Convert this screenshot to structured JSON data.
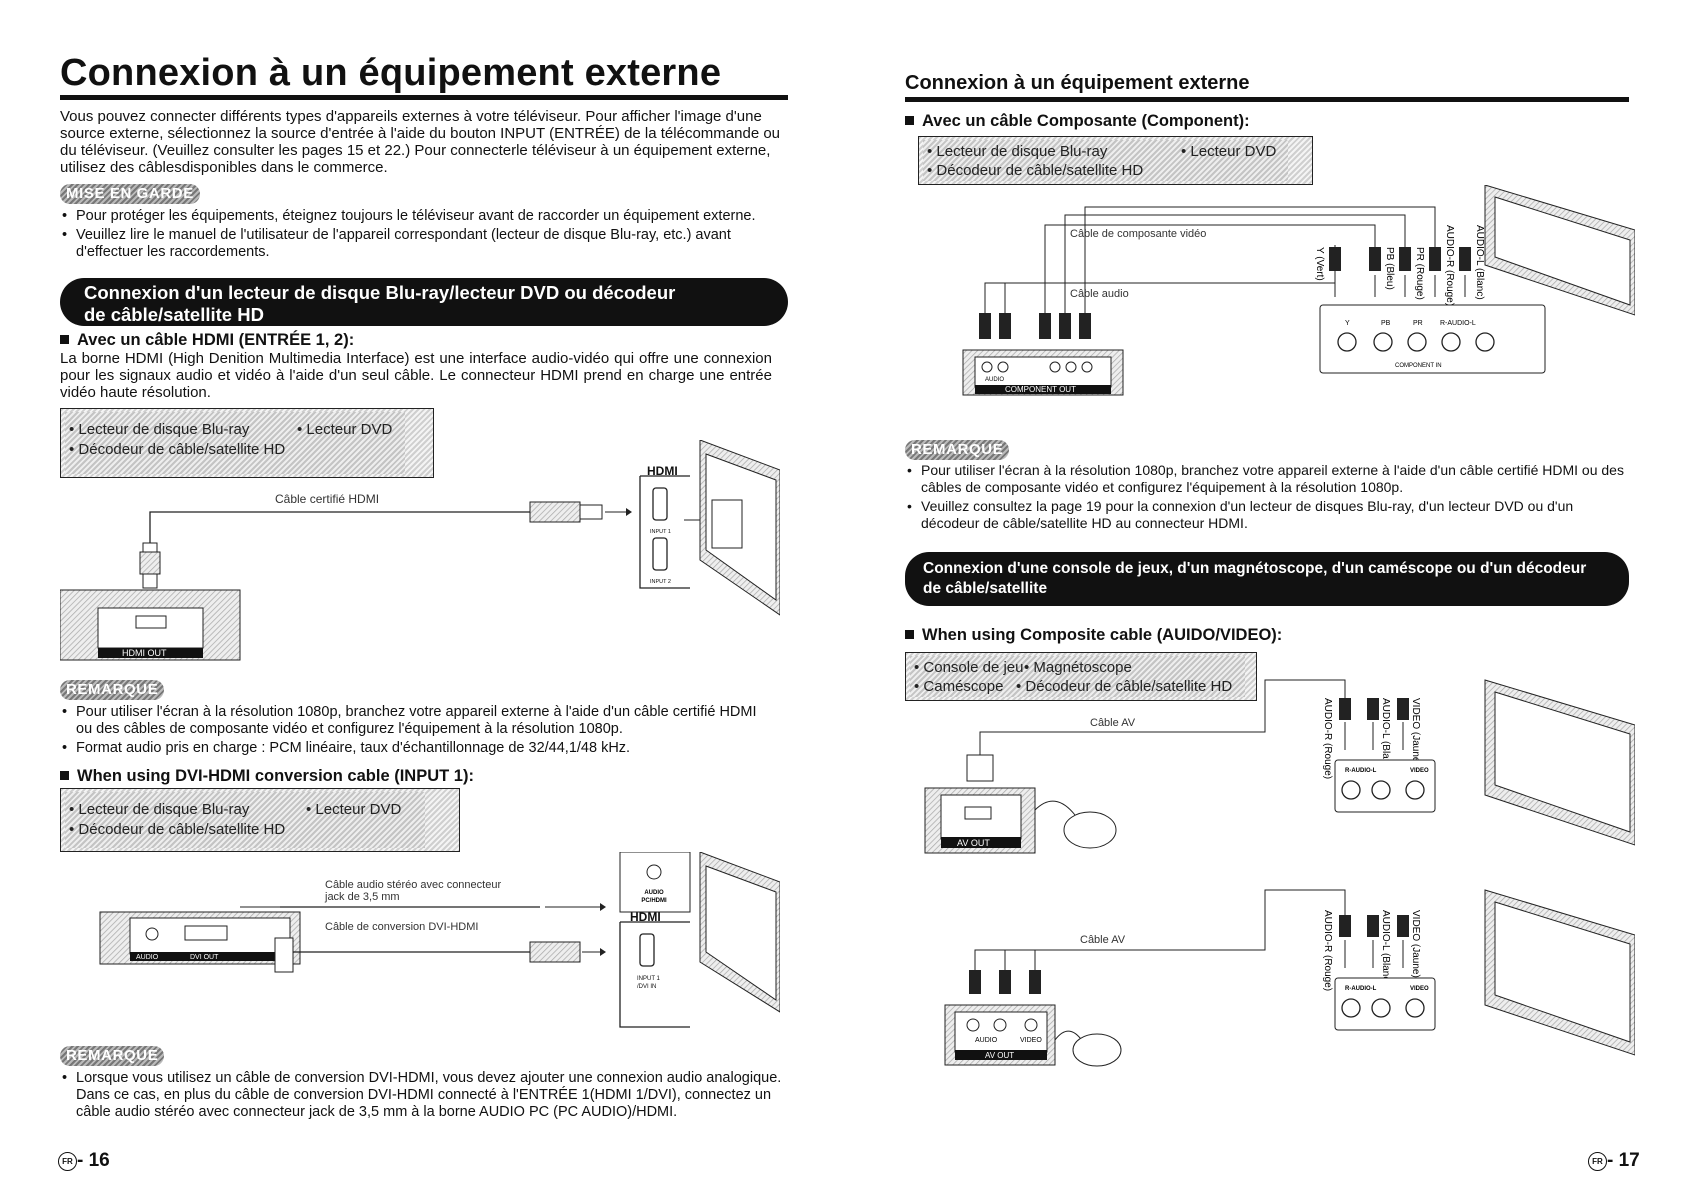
{
  "left": {
    "title": "Connexion à un équipement externe",
    "intro": "Vous pouvez connecter différents types d'appareils externes à votre téléviseur. Pour afficher l'image d'une source externe, sélectionnez la source d'entrée à l'aide du bouton INPUT (ENTRÉE) de la télécommande ou du téléviseur. (Veuillez consulter les pages 15 et 22.) Pour connecterle téléviseur à un équipement externe, utilisez des câblesdisponibles dans le commerce.",
    "caution_label": "MISE EN GARDE",
    "caution_items": [
      "Pour protéger les équipements, éteignez toujours le téléviseur avant de raccorder un équipement externe.",
      "Veuillez lire le manuel de l'utilisateur de l'appareil correspondant (lecteur de disque Blu-ray, etc.) avant d'effectuer les raccordements."
    ],
    "banner_line1": "Connexion d'un lecteur de disque Blu-ray/lecteur DVD ou décodeur",
    "banner_line2": "de câble/satellite HD",
    "hdmi_heading": "Avec un câble HDMI (ENTRÉE 1, 2):",
    "hdmi_para": "La borne HDMI (High Denition Multimedia Interface) est une interface audio-vidéo qui offre une connexion pour les signaux audio et vidéo à l'aide d'un seul câble. Le connecteur HDMI prend en charge une entrée vidéo haute résolution.",
    "device_box1": {
      "item1": "• Lecteur de disque Blu-ray",
      "item2": "• Lecteur DVD",
      "item3": "• Décodeur de câble/satellite HD"
    },
    "hdmi_diagram": {
      "cable_label": "Câble certifié HDMI",
      "port_label": "HDMI OUT",
      "logo": "HDMI",
      "input1": "INPUT 1",
      "input2": "INPUT 2"
    },
    "remark1_label": "REMARQUE",
    "remark1_items": [
      "Pour utiliser l'écran à la résolution 1080p, branchez votre appareil externe à l'aide d'un câble certifié HDMI ou des câbles de composante vidéo et configurez l'équipement à la résolution 1080p.",
      "Format audio pris en charge : PCM linéaire, taux d'échantillonnage de 32/44,1/48 kHz."
    ],
    "dvi_heading": "When using DVI-HDMI conversion cable (INPUT 1):",
    "device_box2": {
      "item1": "• Lecteur de disque Blu-ray",
      "item2": "• Lecteur DVD",
      "item3": "• Décodeur de câble/satellite HD"
    },
    "dvi_diagram": {
      "audio_cable_line1": "Câble audio stéréo avec connecteur",
      "audio_cable_line2": "jack de 3,5 mm",
      "dvi_cable": "Câble de conversion DVI-HDMI",
      "port_audio": "AUDIO",
      "port_dvi": "DVI OUT",
      "tv_audio_line1": "AUDIO",
      "tv_audio_line2": "PC/HDMI",
      "logo": "HDMI",
      "input_line1": "INPUT 1",
      "input_line2": "/DVI IN"
    },
    "remark2_label": "REMARQUE",
    "remark2_items": [
      "Lorsque vous utilisez un câble de conversion DVI-HDMI, vous devez ajouter une connexion audio analogique. Dans ce cas, en plus du câble de conversion DVI-HDMI connecté à l'ENTRÉE 1(HDMI 1/DVI), connectez un câble audio stéréo avec connecteur jack de 3,5 mm à la borne AUDIO PC (PC AUDIO)/HDMI."
    ],
    "page_number": "- 16",
    "lang_badge": "FR"
  },
  "right": {
    "title": "Connexion à un équipement externe",
    "component_heading": "Avec un câble Composante (Component):",
    "device_box3": {
      "item1": "• Lecteur de disque Blu-ray",
      "item2": "• Lecteur DVD",
      "item3": "• Décodeur de câble/satellite HD"
    },
    "component_diagram": {
      "video_cable": "Câble de composante vidéo",
      "audio_cable": "Câble audio",
      "label_audio_r": "AUDIO-R (Rouge)",
      "label_audio_l": "AUDIO-L (Blanc)",
      "label_pr": "PR (Rouge)",
      "label_pb": "PB (Bleu)",
      "label_y": "Y (Vert)",
      "device_audio": "AUDIO",
      "device_out": "COMPONENT OUT",
      "tv_y": "Y",
      "tv_pb": "PB",
      "tv_pr": "PR",
      "tv_audio": "R-AUDIO-L",
      "tv_in": "COMPONENT IN"
    },
    "remark3_label": "REMARQUE",
    "remark3_items": [
      "Pour utiliser l'écran à la résolution 1080p, branchez votre appareil externe à l'aide d'un câble certifié HDMI ou des câbles de composante vidéo et configurez l'équipement à la résolution 1080p.",
      "Veuillez consultez la page 19 pour la connexion d'un lecteur de disques Blu-ray, d'un lecteur DVD ou d'un décodeur de câble/satellite HD au connecteur HDMI."
    ],
    "banner_line1": "Connexion d'une console de jeux, d'un magnétoscope, d'un caméscope ou d'un décodeur",
    "banner_line2": "de câble/satellite",
    "composite_heading": "When using Composite cable (AUIDO/VIDEO):",
    "device_box4": {
      "item1": "• Console de jeu",
      "item2": "• Magnétoscope",
      "item3": "• Caméscope",
      "item4": "• Décodeur de câble/satellite HD"
    },
    "composite_diagram": {
      "cable_label": "Câble AV",
      "label_audio_r": "AUDIO-R (Rouge)",
      "label_audio_l": "AUDIO-L (Blanc)",
      "label_video": "VIDEO (Jaune)",
      "tv_audio": "R-AUDIO-L",
      "tv_video": "VIDEO",
      "device_out": "AV OUT"
    },
    "composite_diagram2": {
      "cable_label": "Câble AV",
      "label_audio_r": "AUDIO-R (Rouge)",
      "label_audio_l": "AUDIO-L (Blanc)",
      "label_video": "VIDEO (Jaune)",
      "tv_audio": "R-AUDIO-L",
      "tv_video": "VIDEO",
      "device_audio": "AUDIO",
      "device_video": "VIDEO",
      "device_out": "AV OUT"
    },
    "page_number": "- 17",
    "lang_badge": "FR"
  }
}
